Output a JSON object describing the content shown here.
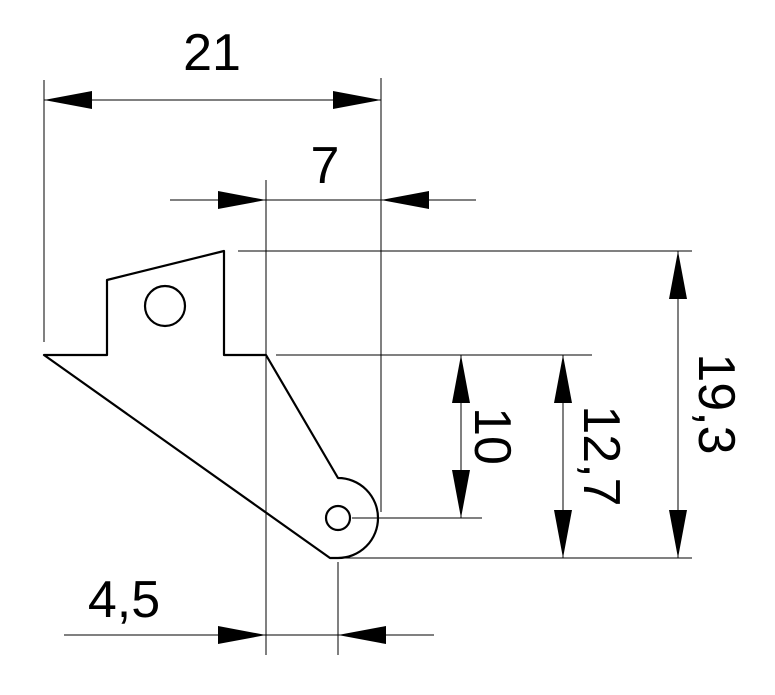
{
  "dimensions": {
    "overall_width": "21",
    "offset_width": "7",
    "lower_width": "4,5",
    "height_10": "10",
    "height_12_7": "12,7",
    "height_19_3": "19,3"
  }
}
